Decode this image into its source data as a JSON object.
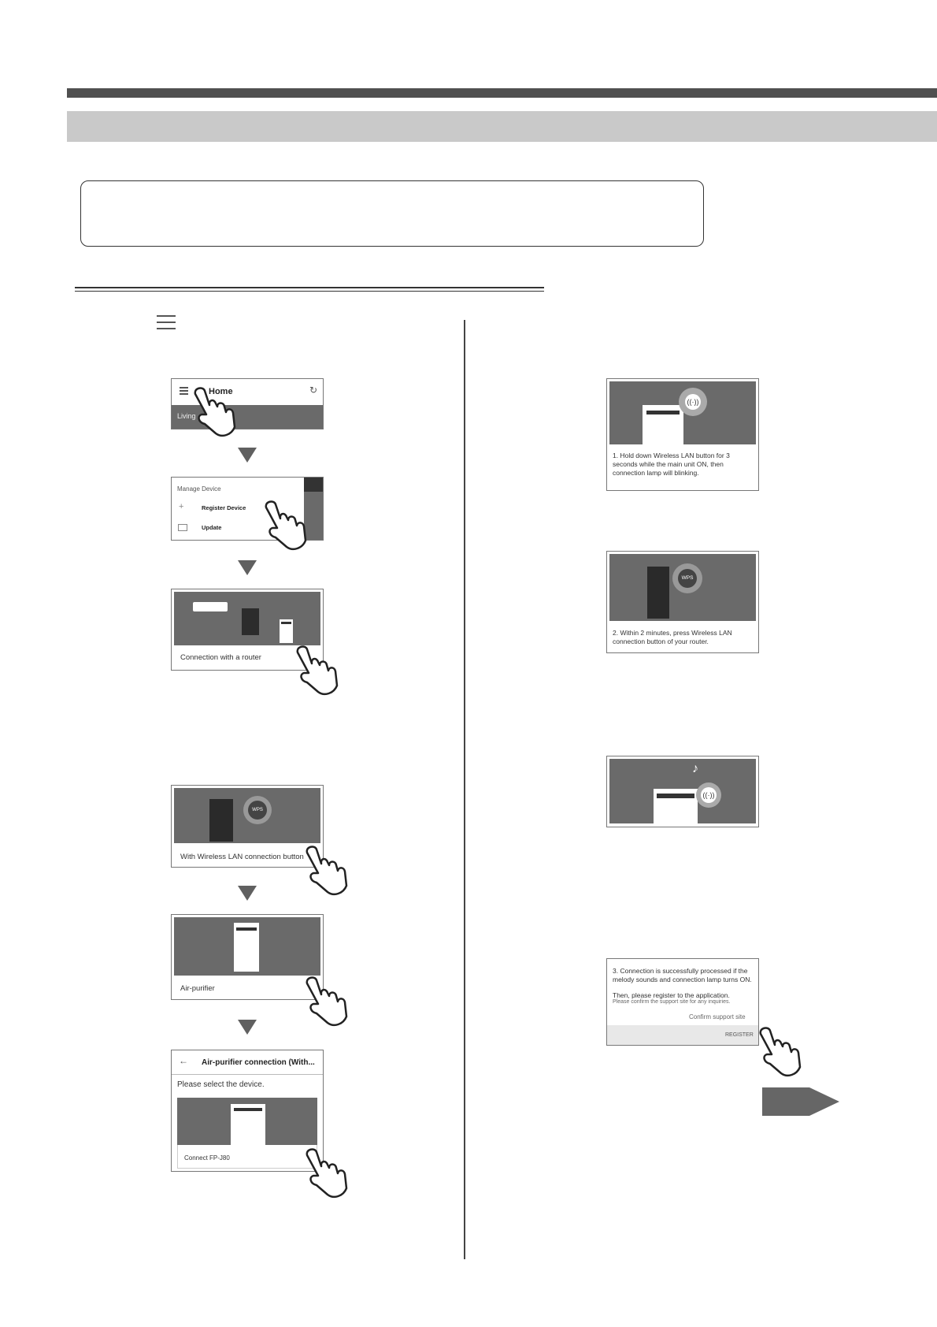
{
  "screens": {
    "home": {
      "title": "Home",
      "subtitle": "Living"
    },
    "manage": {
      "heading": "Manage Device",
      "register": "Register Device",
      "update": "Update"
    },
    "router": {
      "caption": "Connection with a router"
    },
    "wireless": {
      "caption": "With Wireless LAN connection button",
      "wps": "WPS"
    },
    "purifier": {
      "caption": "Air-purifier"
    },
    "select": {
      "title": "Air-purifier connection (With...",
      "instruction": "Please select the device.",
      "connect": "Connect FP-J80"
    },
    "step1": {
      "text": "1. Hold down Wireless LAN button for 3 seconds while the main unit ON, then connection lamp will blinking."
    },
    "step2": {
      "wps": "WPS",
      "text": "2. Within 2 minutes, press Wireless LAN connection button of your router."
    },
    "step3": {
      "text": "3. Connection is successfully processed if the melody sounds and connection lamp turns ON.",
      "text2": "Then, please register to the application.",
      "note": "Please confirm the support site for any inquiries.",
      "support": "Confirm support site",
      "register": "REGISTER"
    }
  }
}
